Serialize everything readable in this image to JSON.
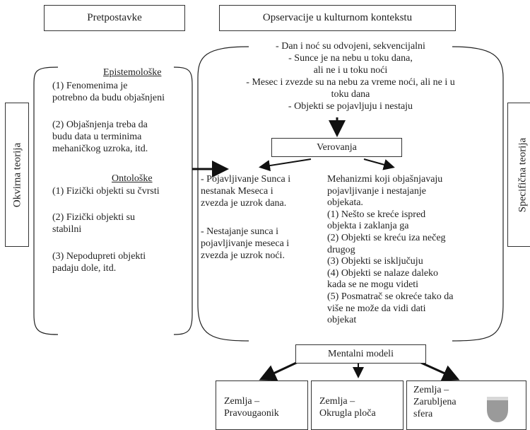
{
  "headers": {
    "assumptions": "Pretpostavke",
    "observations": "Opservacije u kulturnom kontekstu"
  },
  "side": {
    "framework": "Okvirna teorija",
    "specific": "Specifična teorija"
  },
  "epistemic": {
    "title": "Epistemološke",
    "items": [
      [
        "(1)  Fenomenima je",
        "potrebno da budu objašnjeni"
      ],
      [
        "(2)  Objašnjenja treba da",
        "budu data u terminima",
        "mehaničkog uzroka, itd."
      ]
    ]
  },
  "ontological": {
    "title": "Ontološke",
    "items": [
      [
        "(1)  Fizički objekti su čvrsti"
      ],
      [
        "(2)  Fizički objekti su",
        "stabilni"
      ],
      [
        "(3)  Nepodupreti objekti",
        "padaju dole, itd."
      ]
    ]
  },
  "observations": [
    "- Dan i noć su odvojeni, sekvencijalni",
    "- Sunce je na nebu u toku dana,",
    "ali ne i u toku noći",
    "- Mesec i zvezde su na nebu za vreme noći, ali ne i u",
    "toku dana",
    "- Objekti se pojavljuju i nestaju"
  ],
  "beliefs": "Verovanja",
  "left_beliefs": [
    [
      "- Pojavljivanje Sunca i",
      "nestanak Meseca i",
      "zvezda je uzrok dana."
    ],
    [
      "- Nestajanje sunca i",
      "pojavljivanje meseca i",
      "zvezda je uzrok noći."
    ]
  ],
  "mechanisms": [
    "Mehanizmi koji objašnjavaju",
    "pojavljivanje i nestajanje",
    "objekata.",
    "(1)  Nešto se kreće ispred",
    "objekta i zaklanja ga",
    "(2)  Objekti se kreću iza nečeg",
    "drugog",
    "(3)  Objekti se isključuju",
    "(4)  Objekti se nalaze daleko",
    "kada se ne mogu videti",
    "(5)  Posmatrač se okreće tako da",
    "više ne može da vidi dati",
    "objekat"
  ],
  "mental_models": "Mentalni modeli",
  "models": [
    [
      "Zemlja –",
      "Pravougaonik"
    ],
    [
      "Zemlja –",
      "Okrugla ploča"
    ],
    [
      "Zemlja –",
      "Zarubljena",
      "sfera"
    ]
  ]
}
